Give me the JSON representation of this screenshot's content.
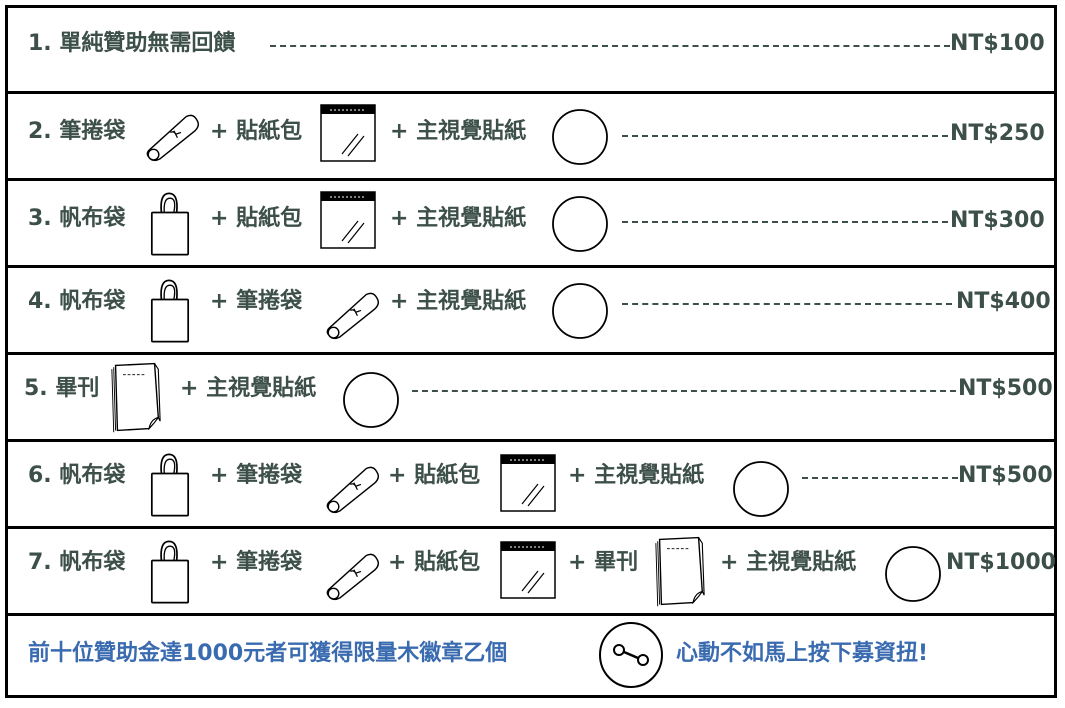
{
  "rows": [
    {
      "items": [
        "1. 單純贊助無需回饋"
      ],
      "price": "NT$100"
    },
    {
      "items": [
        "2. 筆捲袋",
        "+ 貼紙包",
        "+ 主視覺貼紙"
      ],
      "price": "NT$250"
    },
    {
      "items": [
        "3. 帆布袋",
        "+ 貼紙包",
        "+ 主視覺貼紙"
      ],
      "price": "NT$300"
    },
    {
      "items": [
        "4. 帆布袋",
        "+ 筆捲袋",
        "+ 主視覺貼紙"
      ],
      "price": "NT$400"
    },
    {
      "items": [
        "5. 畢刊",
        "+ 主視覺貼紙"
      ],
      "price": "NT$500"
    },
    {
      "items": [
        "6. 帆布袋",
        "+ 筆捲袋",
        "+ 貼紙包",
        "+ 主視覺貼紙"
      ],
      "price": "NT$500"
    },
    {
      "items": [
        "7. 帆布袋",
        "+ 筆捲袋",
        "+ 貼紙包",
        "+ 畢刊",
        "+ 主視覺貼紙"
      ],
      "price": "NT$1000"
    }
  ],
  "footer": {
    "left_text": "前十位贊助金達1000元者可獲得限量木徽章乙個",
    "right_text": "心動不如馬上按下募資扭!"
  },
  "colors": {
    "text": "#3d4f49",
    "footer_text": "#3a6bb0",
    "border": "#000000"
  },
  "icons": [
    "pen-roll-icon",
    "sticker-pack-icon",
    "circle-sticker-icon",
    "tote-bag-icon",
    "booklet-icon",
    "wood-badge-icon"
  ]
}
